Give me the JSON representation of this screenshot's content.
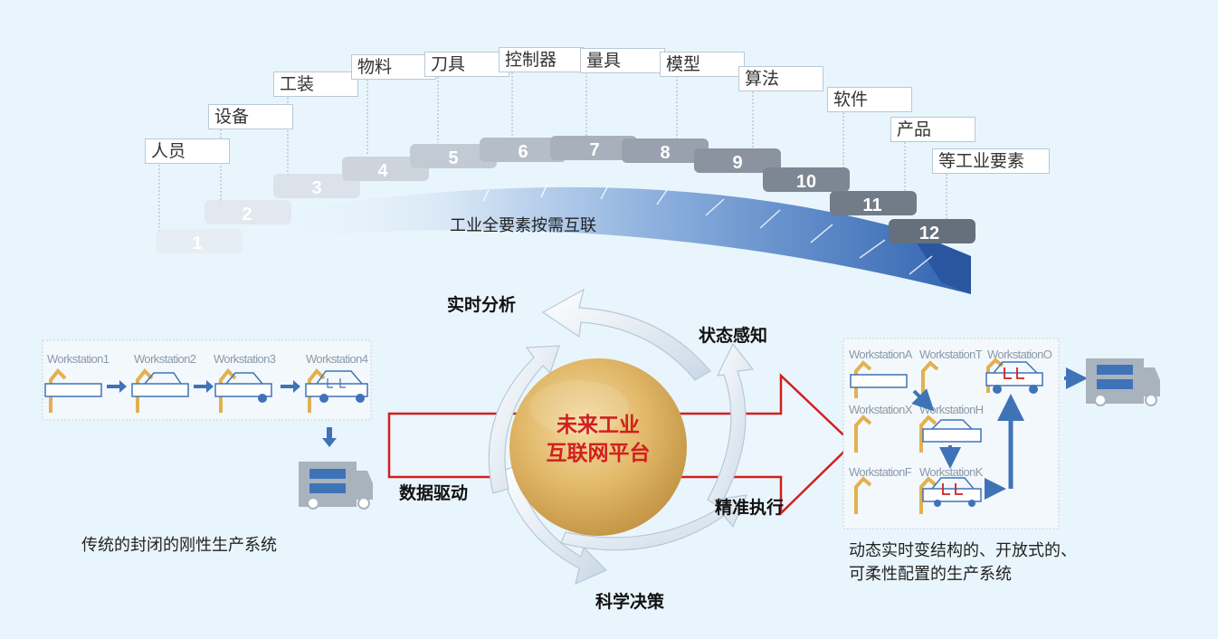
{
  "elements": {
    "labels": [
      "人员",
      "设备",
      "工装",
      "物料",
      "刀具",
      "控制器",
      "量具",
      "模型",
      "算法",
      "软件",
      "产品",
      "等工业要素"
    ],
    "steps": [
      "1",
      "2",
      "3",
      "4",
      "5",
      "6",
      "7",
      "8",
      "9",
      "10",
      "11",
      "12"
    ],
    "caption": "工业全要素按需互联"
  },
  "cycle": {
    "center_line1": "未来工业",
    "center_line2": "互联网平台",
    "labels": [
      "实时分析",
      "状态感知",
      "数据驱动",
      "精准执行",
      "科学决策"
    ]
  },
  "left_system": {
    "workstations": [
      "Workstation1",
      "Workstation2",
      "Workstation3",
      "Workstation4"
    ],
    "caption": "传统的封闭的刚性生产系统"
  },
  "right_system": {
    "workstations": [
      "WorkstationA",
      "WorkstationT",
      "WorkstationO",
      "WorkstationX",
      "WorkstationH",
      "WorkstationF",
      "WorkstationK"
    ],
    "caption_line1": "动态实时变结构的、开放式的、",
    "caption_line2": "可柔性配置的生产系统"
  },
  "colors": {
    "accent_blue": "#3f73b8",
    "red": "#d21f1f",
    "gold": "#e6b24a",
    "background": "#e9f5fc"
  }
}
